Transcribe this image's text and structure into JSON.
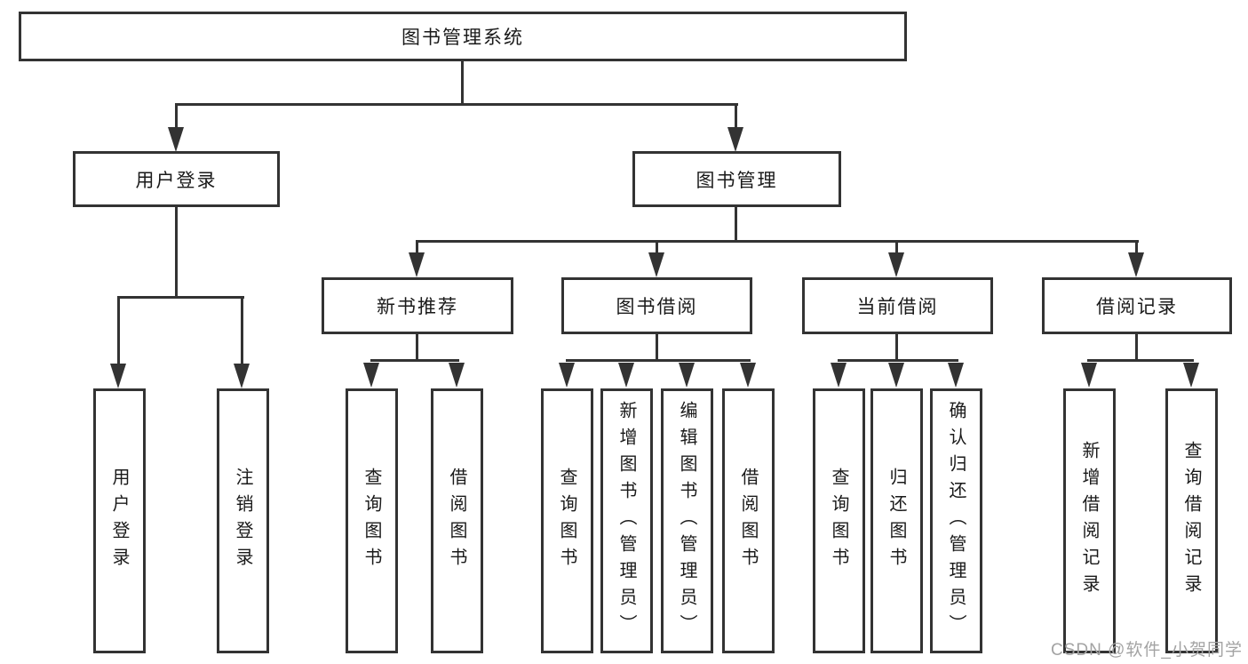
{
  "diagram_title": "图书管理系统",
  "root": {
    "label": "图书管理系统"
  },
  "level2": [
    {
      "label": "用户登录"
    },
    {
      "label": "图书管理"
    }
  ],
  "level3": [
    {
      "label": "新书推荐"
    },
    {
      "label": "图书借阅"
    },
    {
      "label": "当前借阅"
    },
    {
      "label": "借阅记录"
    }
  ],
  "leaves": [
    {
      "label": "用户登录",
      "parent": "用户登录"
    },
    {
      "label": "注销登录",
      "parent": "用户登录"
    },
    {
      "label": "查询图书",
      "parent": "新书推荐"
    },
    {
      "label": "借阅图书",
      "parent": "新书推荐"
    },
    {
      "label": "查询图书",
      "parent": "图书借阅"
    },
    {
      "label": "新增图书（管理员）",
      "parent": "图书借阅"
    },
    {
      "label": "编辑图书（管理员）",
      "parent": "图书借阅"
    },
    {
      "label": "借阅图书",
      "parent": "图书借阅"
    },
    {
      "label": "查询图书",
      "parent": "当前借阅"
    },
    {
      "label": "归还图书",
      "parent": "当前借阅"
    },
    {
      "label": "确认归还（管理员）",
      "parent": "当前借阅"
    },
    {
      "label": "新增借阅记录",
      "parent": "借阅记录"
    },
    {
      "label": "查询借阅记录",
      "parent": "借阅记录"
    }
  ],
  "watermark": "CSDN @软件_小贺同学",
  "colors": {
    "line": "#333333",
    "text": "#1a1a1a",
    "box_fill": "#ffffff",
    "watermark": "#a3a3a3",
    "background": "#ffffff"
  }
}
